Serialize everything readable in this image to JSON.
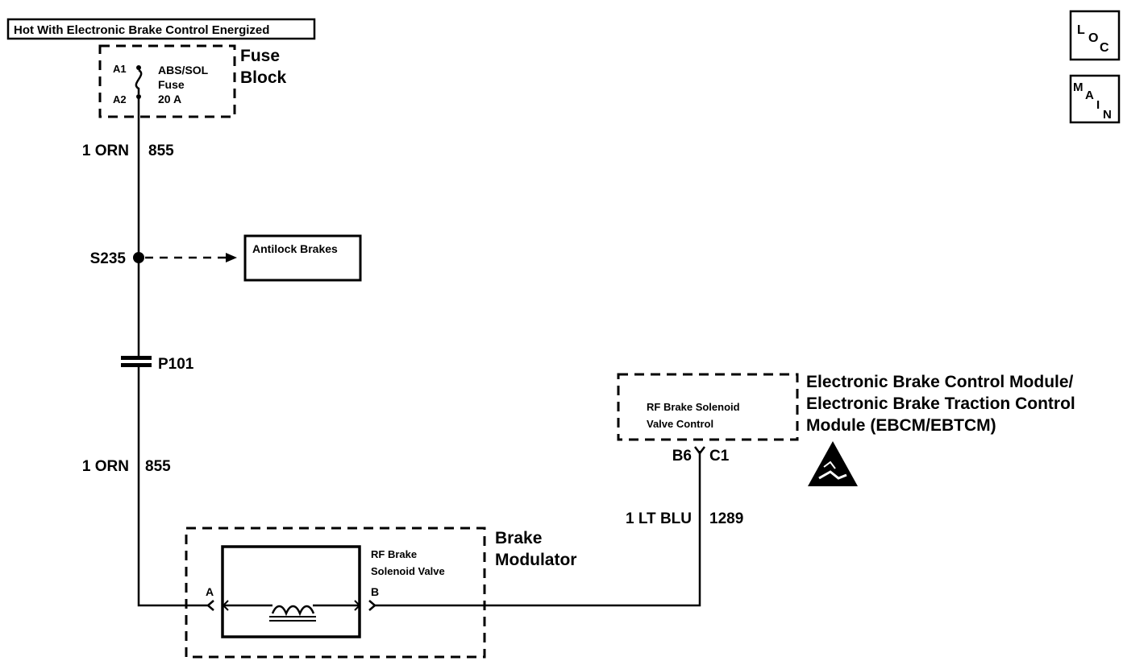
{
  "header": {
    "power_label": "Hot With Electronic Brake Control Energized"
  },
  "nav": {
    "loc": {
      "c1": "L",
      "c2": "O",
      "c3": "C"
    },
    "main": {
      "c1": "M",
      "c2": "A",
      "c3": "I",
      "c4": "N"
    }
  },
  "fuse_block": {
    "title_line1": "Fuse",
    "title_line2": "Block",
    "pin_top": "A1",
    "pin_bottom": "A2",
    "fuse_name": "ABS/SOL",
    "fuse_word": "Fuse",
    "fuse_rating": "20 A"
  },
  "wire_top": {
    "gauge_color": "1 ORN",
    "circuit": "855"
  },
  "splice": {
    "label": "S235"
  },
  "antilock": {
    "label": "Antilock Brakes"
  },
  "connector": {
    "label": "P101"
  },
  "wire_mid": {
    "gauge_color": "1 ORN",
    "circuit": "855"
  },
  "modulator": {
    "title_line1": "Brake",
    "title_line2": "Modulator",
    "valve_line1": "RF Brake",
    "valve_line2": "Solenoid Valve",
    "pin_a": "A",
    "pin_b": "B"
  },
  "ebcm": {
    "title_line1": "Electronic Brake Control Module/",
    "title_line2": "Electronic Brake Traction Control",
    "title_line3": "Module (EBCM/EBTCM)",
    "inner_line1": "RF Brake Solenoid",
    "inner_line2": "Valve Control",
    "pin_left": "B6",
    "pin_right": "C1",
    "esd_icon": "esd-warning-icon"
  },
  "wire_right": {
    "gauge_color": "1 LT BLU",
    "circuit": "1289"
  }
}
